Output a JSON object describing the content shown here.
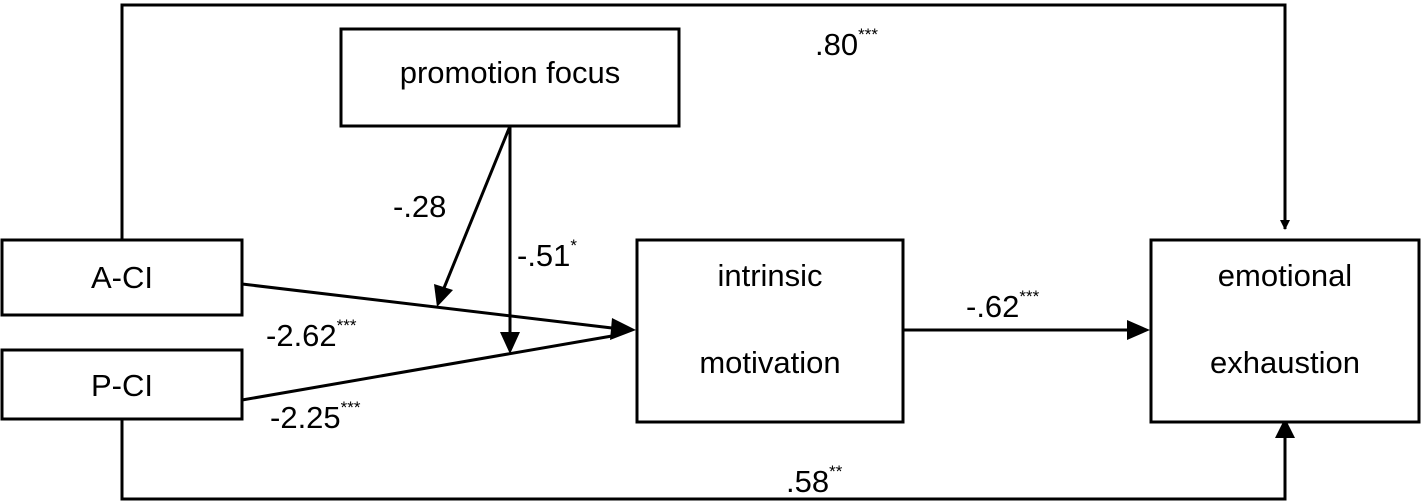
{
  "nodes": {
    "promotion_focus": "promotion focus",
    "a_ci": "A-CI",
    "p_ci": "P-CI",
    "intrinsic_motivation": [
      "intrinsic",
      "motivation"
    ],
    "emotional_exhaustion": [
      "emotional",
      "exhaustion"
    ]
  },
  "paths": {
    "a_ci_to_exhaustion": {
      "coef": ".80",
      "sig": "***"
    },
    "p_ci_to_exhaustion": {
      "coef": ".58",
      "sig": "**"
    },
    "focus_moderates_a_ci": {
      "coef": "-.28",
      "sig": ""
    },
    "focus_moderates_p_ci": {
      "coef": "-.51",
      "sig": "*"
    },
    "a_ci_to_motivation": {
      "coef": "-2.62",
      "sig": "***"
    },
    "p_ci_to_motivation": {
      "coef": "-2.25",
      "sig": "***"
    },
    "motivation_to_exhaustion": {
      "coef": "-.62",
      "sig": "***"
    }
  },
  "colors": {
    "line": "#000000",
    "background": "#ffffff"
  }
}
